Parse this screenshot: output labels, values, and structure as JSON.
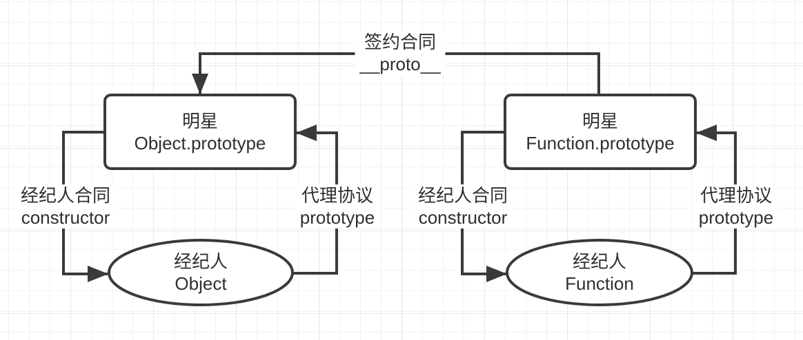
{
  "nodes": {
    "object_prototype": {
      "line1": "明星",
      "line2": "Object.prototype"
    },
    "function_prototype": {
      "line1": "明星",
      "line2": "Function.prototype"
    },
    "object": {
      "line1": "经纪人",
      "line2": "Object"
    },
    "function": {
      "line1": "经纪人",
      "line2": "Function"
    }
  },
  "edges": {
    "proto": {
      "line1": "签约合同",
      "line2": "__proto__"
    },
    "object_constructor": {
      "line1": "经纪人合同",
      "line2": "constructor"
    },
    "object_prototype_link": {
      "line1": "代理协议",
      "line2": "prototype"
    },
    "function_constructor": {
      "line1": "经纪人合同",
      "line2": "constructor"
    },
    "function_prototype_link": {
      "line1": "代理协议",
      "line2": "prototype"
    }
  },
  "colors": {
    "stroke": "#3a3a3a",
    "text": "#2f2f2f",
    "node_fill": "#ffffff",
    "grid_minor": "#f2f2f5",
    "grid_major": "#e7e7ec"
  }
}
